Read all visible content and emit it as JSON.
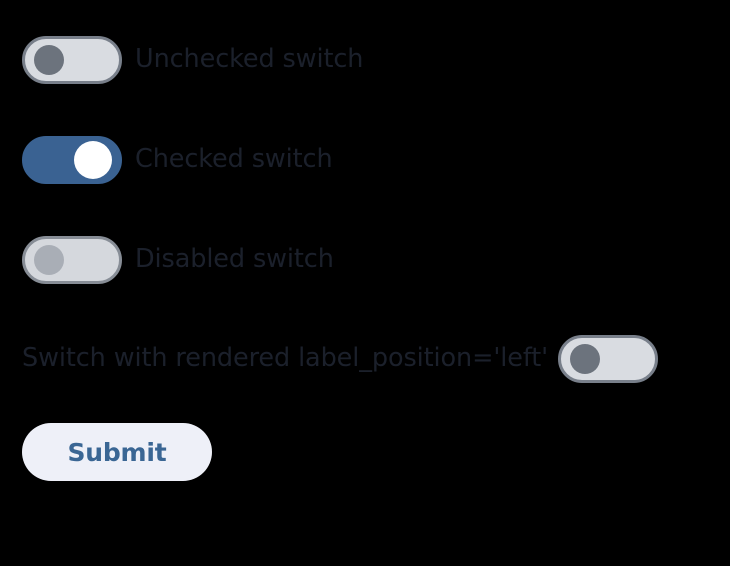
{
  "page": {
    "background_color": "#000000",
    "surface_text_color": "#1b202b"
  },
  "form": {
    "rows": [
      {
        "name": "unchecked-switch",
        "label": "Unchecked switch",
        "state": "off",
        "checked": false,
        "disabled": false,
        "label_position": "right",
        "track_color": "#d9dce1",
        "border_color": "#787f8a",
        "knob_color": "#6c737d"
      },
      {
        "name": "checked-switch",
        "label": "Checked switch",
        "state": "on",
        "checked": true,
        "disabled": false,
        "label_position": "right",
        "track_color": "#3a6292",
        "border_color": "#3a6292",
        "knob_color": "#ffffff"
      },
      {
        "name": "disabled-switch",
        "label": "Disabled switch",
        "state": "off",
        "checked": false,
        "disabled": true,
        "label_position": "right",
        "track_color": "#d5d8dd",
        "border_color": "#878d96",
        "knob_color": "#a9aeb6"
      },
      {
        "name": "label-left-switch",
        "label": "Switch with rendered label_position='left'",
        "state": "off",
        "checked": false,
        "disabled": false,
        "label_position": "left",
        "track_color": "#d9dce1",
        "border_color": "#787f8a",
        "knob_color": "#6c737d"
      }
    ]
  },
  "submit": {
    "label": "Submit",
    "background_color": "#eef0f8",
    "text_color": "#3a6694"
  }
}
